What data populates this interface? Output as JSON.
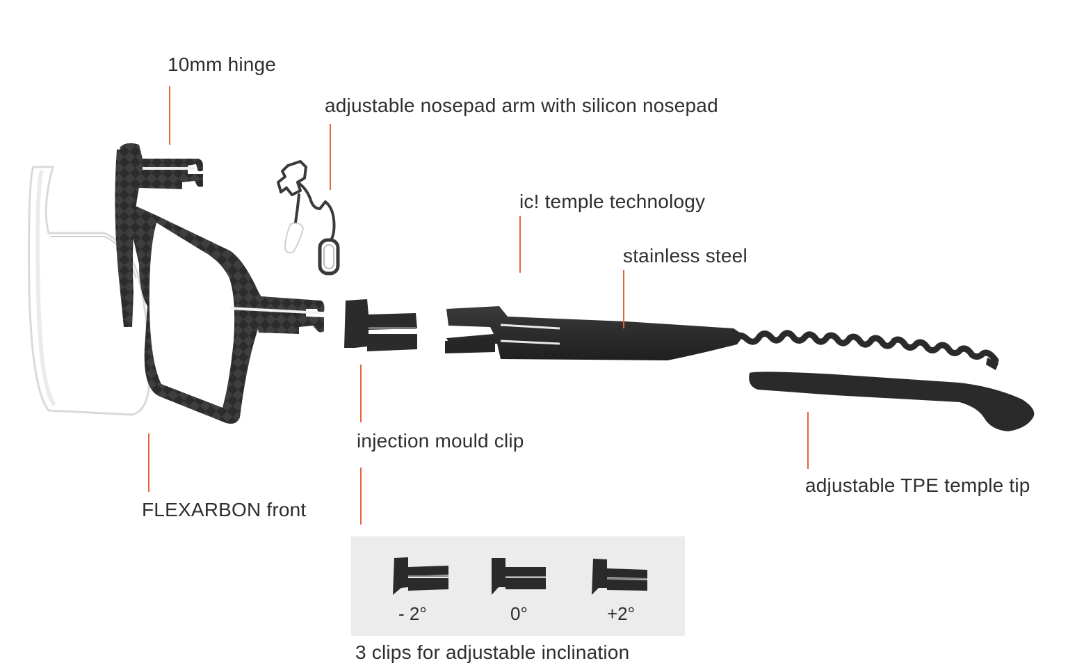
{
  "labels": {
    "hinge": "10mm hinge",
    "nosepad": "adjustable nosepad arm with silicon nosepad",
    "temple_tech": "ic! temple technology",
    "steel": "stainless steel",
    "clip": "injection mould clip",
    "temple_tip": "adjustable TPE temple tip",
    "front": "FLEXARBON front",
    "clips_caption": "3 clips for adjustable inclination"
  },
  "clips": [
    {
      "label": "- 2°"
    },
    {
      "label": "0°"
    },
    {
      "label": "+2°"
    }
  ],
  "colors": {
    "leader": "#e8623a",
    "frame": "#2a2a2a",
    "panel": "#ececec"
  }
}
